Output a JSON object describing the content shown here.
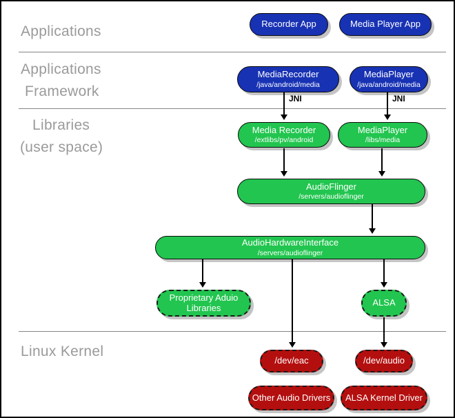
{
  "layers": {
    "applications": "Applications",
    "framework_line1": "Applications",
    "framework_line2": "Framework",
    "libraries_line1": "Libraries",
    "libraries_line2": "(user space)",
    "linux_kernel": "Linux Kernel"
  },
  "annotations": {
    "jni_left": "JNI",
    "jni_right": "JNI"
  },
  "nodes": {
    "recorder_app": {
      "title": "Recorder App"
    },
    "media_player_app": {
      "title": "Media Player App"
    },
    "media_recorder_fw": {
      "title": "MediaRecorder",
      "subtitle": "/java/android/media"
    },
    "media_player_fw": {
      "title": "MediaPlayer",
      "subtitle": "/java/android/media"
    },
    "media_recorder_lib": {
      "title": "Media Recorder",
      "subtitle": "/extlibs/pv/android"
    },
    "media_player_lib": {
      "title": "MediaPlayer",
      "subtitle": "/libs/media"
    },
    "audioflinger": {
      "title": "AudioFlinger",
      "subtitle": "/servers/audioflinger"
    },
    "audio_hardware_interface": {
      "title": "AudioHardwareInterface",
      "subtitle": "/servers/audioflinger"
    },
    "proprietary_audio_libraries": {
      "title": "Proprietary Aduio Libraries"
    },
    "alsa": {
      "title": "ALSA"
    },
    "dev_eac": {
      "title": "/dev/eac"
    },
    "dev_audio": {
      "title": "/dev/audio"
    },
    "other_audio_drivers": {
      "title": "Other Audio Drivers"
    },
    "alsa_kernel_driver": {
      "title": "ALSA Kernel Driver"
    }
  },
  "colors": {
    "app_blue": "#1832b4",
    "lib_green": "#22c54f",
    "kernel_red": "#b40f0f",
    "label_gray": "#9a9a9a",
    "divider_gray": "#858585",
    "shadow_gray": "#c4c4c4"
  }
}
